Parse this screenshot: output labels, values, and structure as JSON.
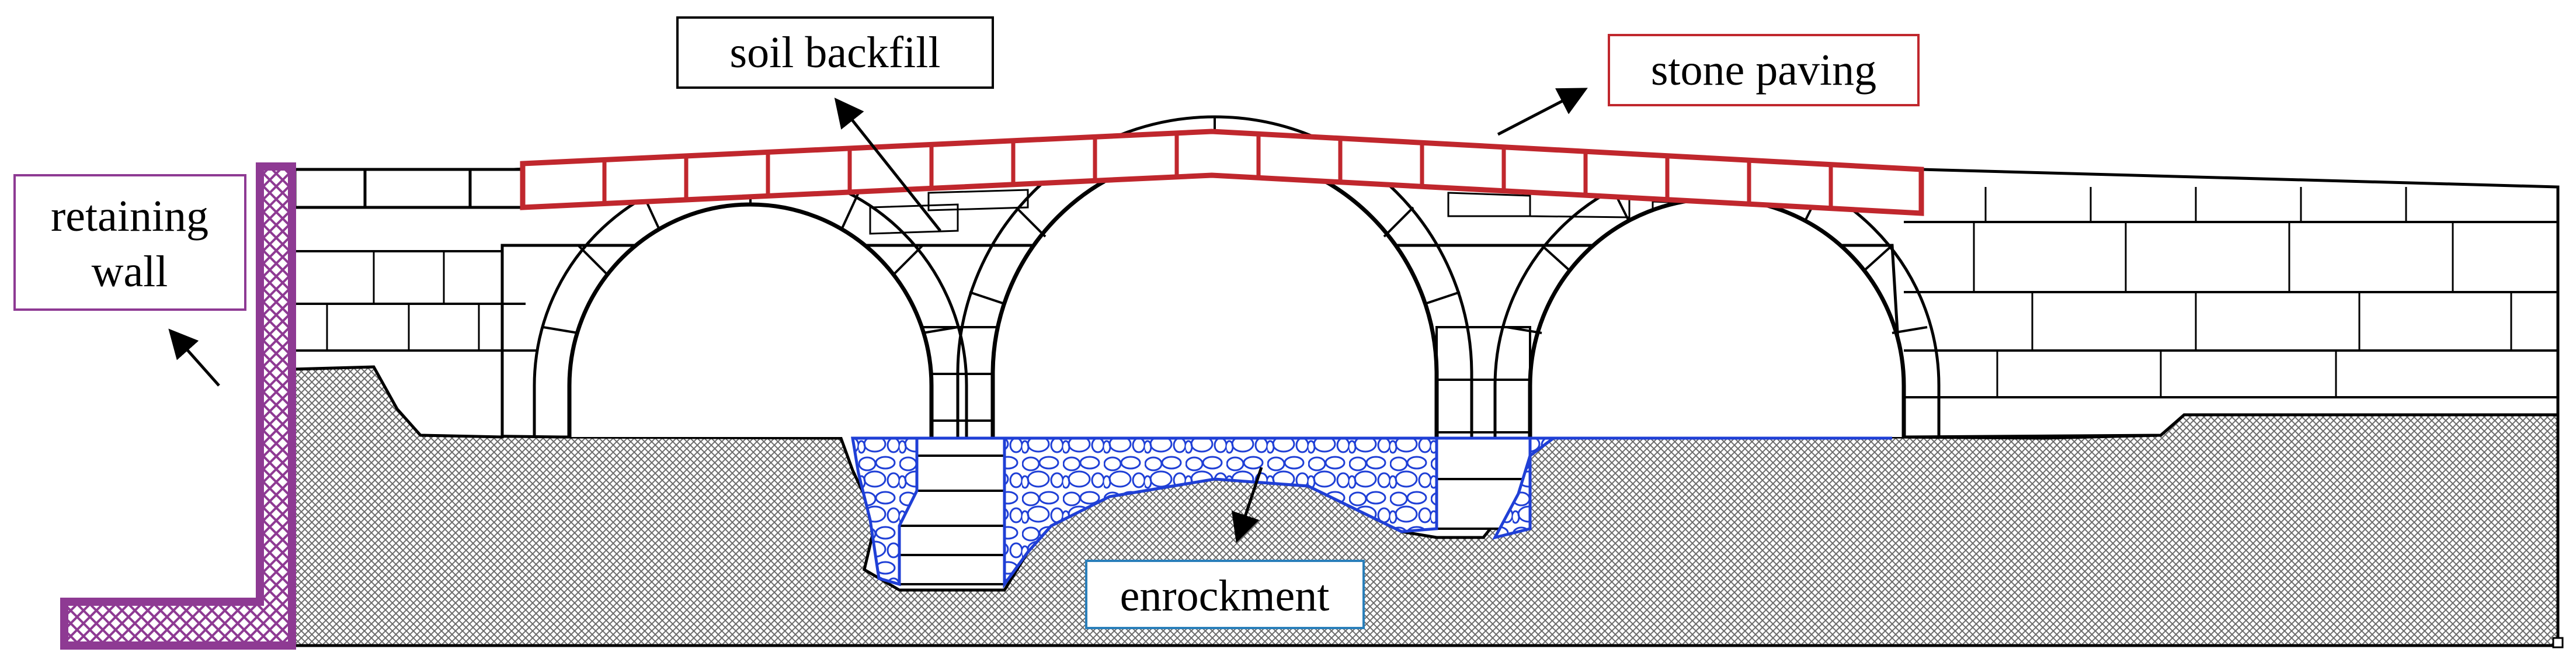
{
  "labels": {
    "soil_backfill": "soil backfill",
    "stone_paving": "stone paving",
    "retaining_wall_line1": "retaining",
    "retaining_wall_line2": "wall",
    "enrockment": "enrockment"
  },
  "colors": {
    "stone_paving": "#c0272d",
    "retaining_wall": "#8e3a93",
    "enrockment": "#1f3fd6",
    "soil_backfill": "#000000",
    "ground_hatch": "#7a7a7a",
    "ink": "#000000"
  }
}
